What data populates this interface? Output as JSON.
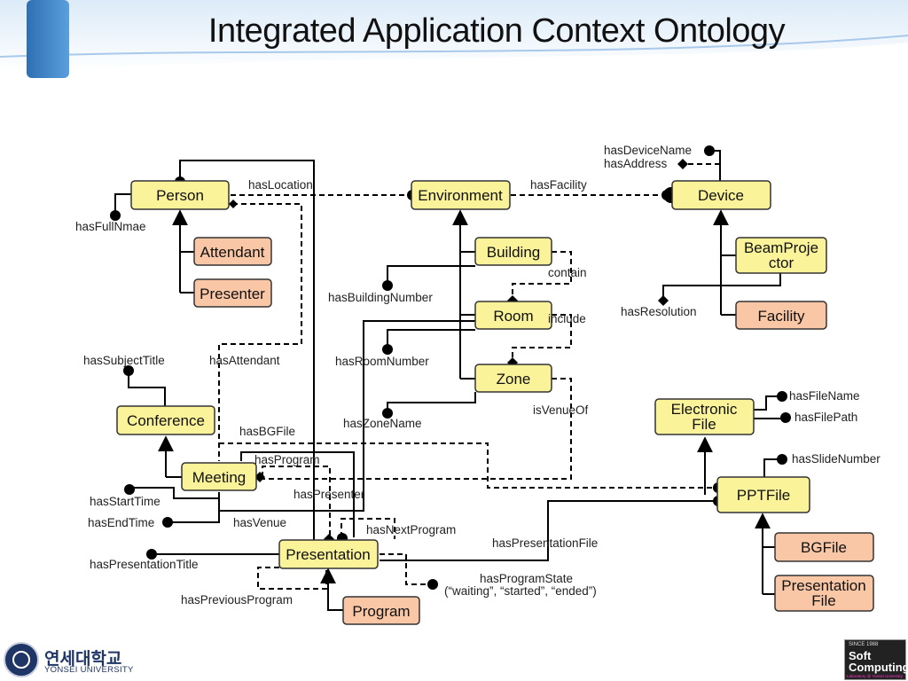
{
  "title": "Integrated Application Context Ontology",
  "nodes": {
    "person": "Person",
    "attendant": "Attendant",
    "presenter": "Presenter",
    "environment": "Environment",
    "building": "Building",
    "room": "Room",
    "zone": "Zone",
    "device": "Device",
    "beamprojector": "BeamProje\nctor",
    "facility": "Facility",
    "conference": "Conference",
    "meeting": "Meeting",
    "presentation": "Presentation",
    "program": "Program",
    "electronicfile": "Electronic\nFile",
    "pptfile": "PPTFile",
    "bgfile": "BGFile",
    "presentationfile": "Presentation\nFile"
  },
  "relations": {
    "hasLocation": "hasLocation",
    "hasFacility": "hasFacility",
    "hasDeviceName": "hasDeviceName",
    "hasAddress": "hasAddress",
    "hasFullNmae": "hasFullNmae",
    "contain": "contain",
    "hasBuildingNumber": "hasBuildingNumber",
    "include": "include",
    "hasResolution": "hasResolution",
    "hasSubjectTitle": "hasSubjectTitle",
    "hasAttendant": "hasAttendant",
    "hasRoomNumber": "hasRoomNumber",
    "isVenueOf": "isVenueOf",
    "hasFileName": "hasFileName",
    "hasFilePath": "hasFilePath",
    "hasZoneName": "hasZoneName",
    "hasBGFile": "hasBGFile",
    "hasProgram": "hasProgram",
    "hasSlideNumber": "hasSlideNumber",
    "hasPresenter": "hasPresenter",
    "hasStartTime": "hasStartTime",
    "hasEndTime": "hasEndTime",
    "hasVenue": "hasVenue",
    "hasNextProgram": "hasNextProgram",
    "hasPresentationFile": "hasPresentationFile",
    "hasPresentationTitle": "hasPresentationTitle",
    "hasProgramState": "hasProgramState",
    "programStateValues": "(“waiting”, “started”, “ended”)",
    "hasPreviousProgram": "hasPreviousProgram"
  },
  "footer": {
    "university_kr": "연세대학교",
    "university_en": "YONSEI UNIVERSITY",
    "lab_since": "SINCE 1988",
    "lab_line1": "Soft",
    "lab_line2": "Computing",
    "lab_sub": "Laboratory @ Yonsei University"
  },
  "colors": {
    "class_fill": "#fbf39a",
    "subclass_fill": "#f9c6a6",
    "border": "#333333",
    "header_blue": "#5b9bd5"
  }
}
